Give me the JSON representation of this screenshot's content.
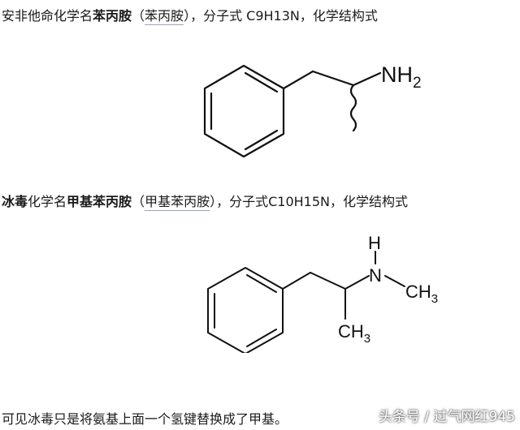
{
  "amphetamine": {
    "intro": "安非他命化学名",
    "name": "苯丙胺",
    "paren_open": "（",
    "link": "苯丙胺",
    "paren_close": "），",
    "formula_text": "分子式 C9H13N，化学结构式",
    "structure": {
      "amine": "NH",
      "amine_sub": "2"
    }
  },
  "methamphetamine": {
    "name": "冰毒",
    "middle": "化学名",
    "chemical_name": "甲基苯丙胺",
    "paren_open": "（",
    "link": "甲基苯丙胺",
    "paren_close": "），",
    "formula_text": "分子式C10H15N，化学结构式",
    "structure": {
      "h": "H",
      "n": "N",
      "methyl_n": "CH",
      "methyl_n_sub": "3",
      "methyl_c": "CH",
      "methyl_c_sub": "3"
    }
  },
  "conclusion": "可见冰毒只是将氨基上面一个氢键替换成了甲基。",
  "watermark": "头条号 / 过气网红945"
}
